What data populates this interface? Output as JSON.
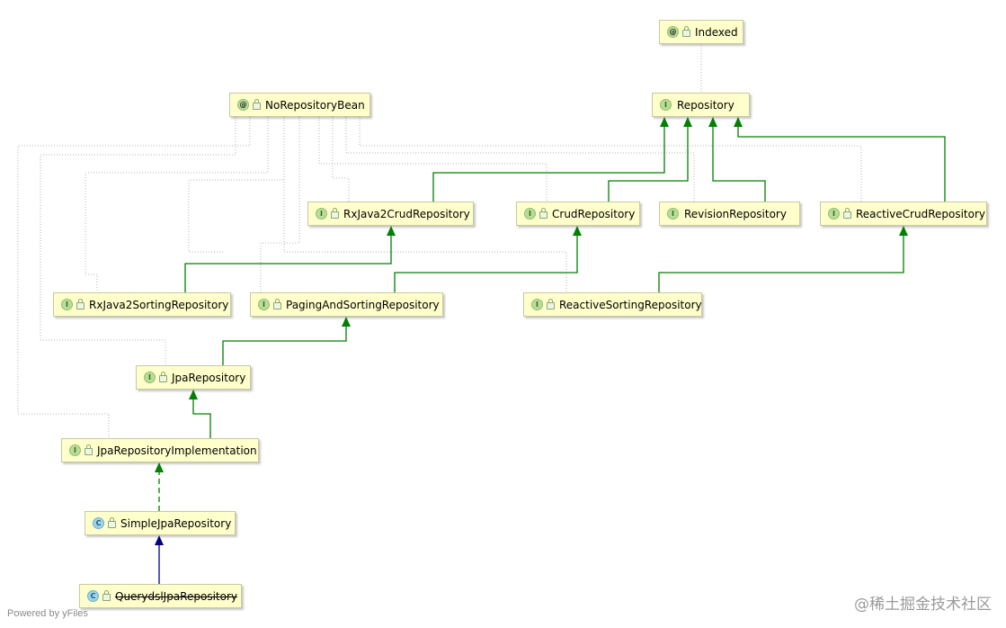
{
  "diagram": {
    "nodes": [
      {
        "id": "indexed",
        "label": "Indexed",
        "kind": "annotation",
        "badge": "@"
      },
      {
        "id": "norepositorybean",
        "label": "NoRepositoryBean",
        "kind": "annotation",
        "badge": "@"
      },
      {
        "id": "repository",
        "label": "Repository",
        "kind": "interface",
        "badge": "I"
      },
      {
        "id": "rxjava2crud",
        "label": "RxJava2CrudRepository",
        "kind": "interface",
        "badge": "I"
      },
      {
        "id": "crud",
        "label": "CrudRepository",
        "kind": "interface",
        "badge": "I"
      },
      {
        "id": "revision",
        "label": "RevisionRepository",
        "kind": "interface",
        "badge": "I"
      },
      {
        "id": "reactivecrud",
        "label": "ReactiveCrudRepository",
        "kind": "interface",
        "badge": "I"
      },
      {
        "id": "rxjava2sorting",
        "label": "RxJava2SortingRepository",
        "kind": "interface",
        "badge": "I"
      },
      {
        "id": "pagingsorting",
        "label": "PagingAndSortingRepository",
        "kind": "interface",
        "badge": "I"
      },
      {
        "id": "reactivesorting",
        "label": "ReactiveSortingRepository",
        "kind": "interface",
        "badge": "I"
      },
      {
        "id": "jpa",
        "label": "JpaRepository",
        "kind": "interface",
        "badge": "I"
      },
      {
        "id": "jpaimpl",
        "label": "JpaRepositoryImplementation",
        "kind": "interface",
        "badge": "I"
      },
      {
        "id": "simplejpa",
        "label": "SimpleJpaRepository",
        "kind": "class",
        "badge": "C"
      },
      {
        "id": "querydsl",
        "label": "QuerydslJpaRepository",
        "kind": "class",
        "badge": "C",
        "deprecated": true
      }
    ],
    "edges": [
      {
        "from": "repository",
        "to": "indexed",
        "type": "annotated"
      },
      {
        "from": "rxjava2crud",
        "to": "repository",
        "type": "extends"
      },
      {
        "from": "crud",
        "to": "repository",
        "type": "extends"
      },
      {
        "from": "revision",
        "to": "repository",
        "type": "extends"
      },
      {
        "from": "reactivecrud",
        "to": "repository",
        "type": "extends"
      },
      {
        "from": "rxjava2sorting",
        "to": "rxjava2crud",
        "type": "extends"
      },
      {
        "from": "pagingsorting",
        "to": "crud",
        "type": "extends"
      },
      {
        "from": "reactivesorting",
        "to": "reactivecrud",
        "type": "extends"
      },
      {
        "from": "jpa",
        "to": "pagingsorting",
        "type": "extends"
      },
      {
        "from": "jpaimpl",
        "to": "jpa",
        "type": "extends"
      },
      {
        "from": "simplejpa",
        "to": "jpaimpl",
        "type": "implements"
      },
      {
        "from": "querydsl",
        "to": "simplejpa",
        "type": "class-extends"
      },
      {
        "from": "rxjava2crud",
        "to": "norepositorybean",
        "type": "annotated"
      },
      {
        "from": "crud",
        "to": "norepositorybean",
        "type": "annotated"
      },
      {
        "from": "revision",
        "to": "norepositorybean",
        "type": "annotated"
      },
      {
        "from": "reactivecrud",
        "to": "norepositorybean",
        "type": "annotated"
      },
      {
        "from": "rxjava2sorting",
        "to": "norepositorybean",
        "type": "annotated"
      },
      {
        "from": "pagingsorting",
        "to": "norepositorybean",
        "type": "annotated"
      },
      {
        "from": "reactivesorting",
        "to": "norepositorybean",
        "type": "annotated"
      },
      {
        "from": "jpa",
        "to": "norepositorybean",
        "type": "annotated"
      },
      {
        "from": "jpaimpl",
        "to": "norepositorybean",
        "type": "annotated"
      }
    ],
    "colors": {
      "extends": "#008000",
      "implements": "#008000",
      "class_extends": "#000080",
      "annotated": "#b4b4b4",
      "node_fill": "#ffffcc"
    }
  },
  "footer": {
    "powered_by": "Powered by yFiles",
    "watermark": "@稀土掘金技术社区"
  }
}
